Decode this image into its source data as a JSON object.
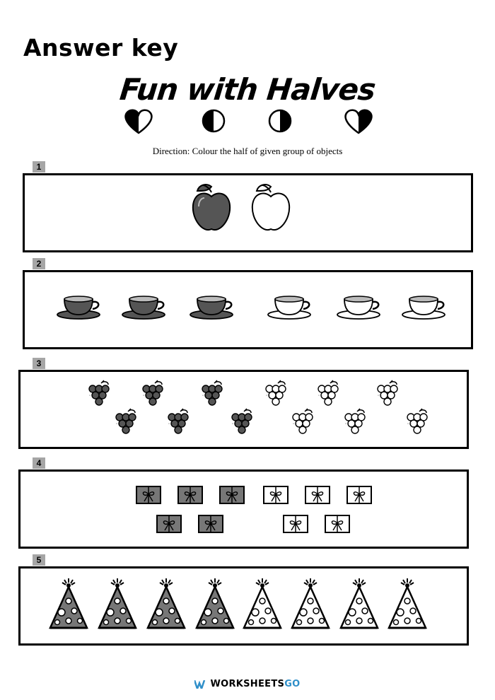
{
  "header": {
    "answer_key": "Answer key",
    "title": "Fun with Halves"
  },
  "direction": "Direction: Colour the half of given group of objects",
  "sections": [
    {
      "number": "1",
      "object": "apple",
      "total": 2,
      "shaded": 1
    },
    {
      "number": "2",
      "object": "teacup",
      "total": 6,
      "shaded": 3
    },
    {
      "number": "3",
      "object": "grapes",
      "total": 12,
      "shaded": 6
    },
    {
      "number": "4",
      "object": "gift-box",
      "total": 10,
      "shaded": 5
    },
    {
      "number": "5",
      "object": "party-hat",
      "total": 8,
      "shaded": 4
    }
  ],
  "footer": {
    "brand_a": "WORKSHEETS",
    "brand_b": "GO",
    "accent": "#2f8fc9"
  },
  "colors": {
    "shade": "#555555",
    "outline": "#000000",
    "section_label_bg": "#a6a6a6"
  }
}
